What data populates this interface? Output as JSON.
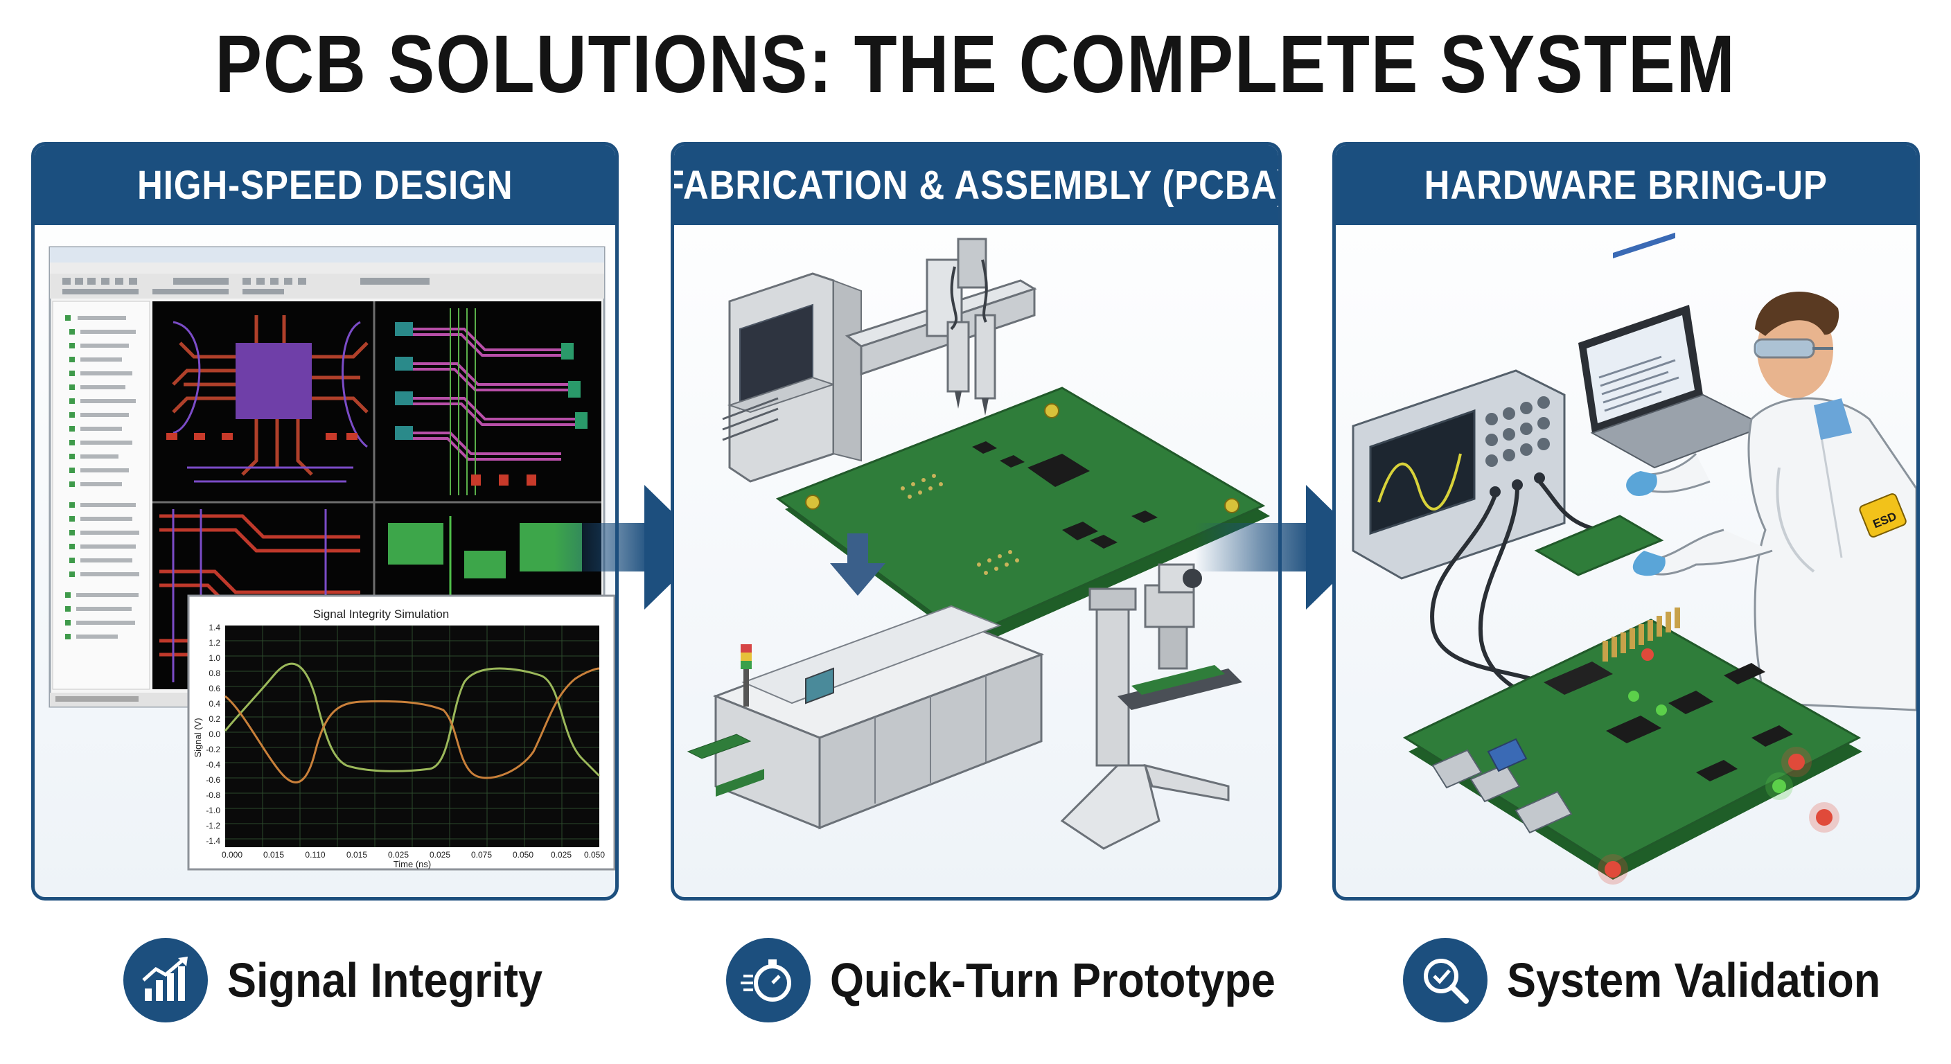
{
  "title": "PCB SOLUTIONS: THE COMPLETE SYSTEM",
  "panels": [
    {
      "header": "HIGH-SPEED DESIGN",
      "sim_title": "Signal Integrity Simulation",
      "sim_ylabel": "Signal (V)",
      "sim_xlabel": "Time (ns)",
      "sim_yticks": [
        "1.4",
        "1.2",
        "1.0",
        "0.8",
        "0.6",
        "0.4",
        "0.2",
        "0.0",
        "-0.2",
        "-0.4",
        "-0.6",
        "-0.8",
        "-1.0",
        "-1.2",
        "-1.4"
      ],
      "sim_xticks": [
        "0.000",
        "0.015",
        "0.110",
        "0.015",
        "0.025",
        "0.025",
        "0.075",
        "0.050",
        "0.025",
        "0.050"
      ]
    },
    {
      "header": "FABRICATION & ASSEMBLY (PCBA)"
    },
    {
      "header": "HARDWARE BRING-UP",
      "badge": "ESD"
    }
  ],
  "captions": [
    {
      "label": "Signal Integrity",
      "icon": "chart-growth-icon"
    },
    {
      "label": "Quick-Turn Prototype",
      "icon": "stopwatch-icon"
    },
    {
      "label": "System Validation",
      "icon": "magnifier-check-icon"
    }
  ],
  "colors": {
    "navy": "#1b4f7f",
    "pcb_green": "#2f7d3a",
    "text": "#141414"
  }
}
